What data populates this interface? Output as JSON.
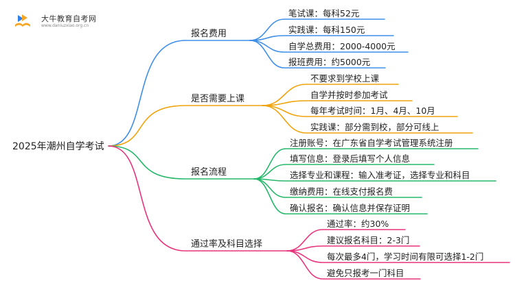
{
  "watermark": {
    "title": "大牛教育自考网",
    "url": "www.daniuzxiao.org.cn",
    "colors": {
      "orange": "#f5a623",
      "blue": "#2f80ed"
    }
  },
  "root": {
    "label": "2025年潮州自学考试"
  },
  "branches": [
    {
      "label": "报名费用",
      "color": "#3d8ee8",
      "leaves": [
        "笔试课：每科52元",
        "实践课：每科150元",
        "自学总费用：2000-4000元",
        "报班费用：约5000元"
      ]
    },
    {
      "label": "是否需要上课",
      "color": "#f0a30a",
      "leaves": [
        "不要求到学校上课",
        "自学并按时参加考试",
        "每年考试时间：1月、4月、10月",
        "实践课：部分需到校，部分可线上"
      ]
    },
    {
      "label": "报名流程",
      "color": "#25b86a",
      "leaves": [
        "注册账号：在广东省自学考试管理系统注册",
        "填写信息：登录后填写个人信息",
        "选择专业和课程：输入准考证，选择专业和科目",
        "缴纳费用：在线支付报名费",
        "确认报名：确认信息并保存证明"
      ]
    },
    {
      "label": "通过率及科目选择",
      "color": "#e8327c",
      "leaves": [
        "通过率：约30%",
        "建议报名科目：2-3门",
        "每次最多4门，学习时间有限可选择1-2门",
        "避免只报考一门科目"
      ]
    }
  ]
}
